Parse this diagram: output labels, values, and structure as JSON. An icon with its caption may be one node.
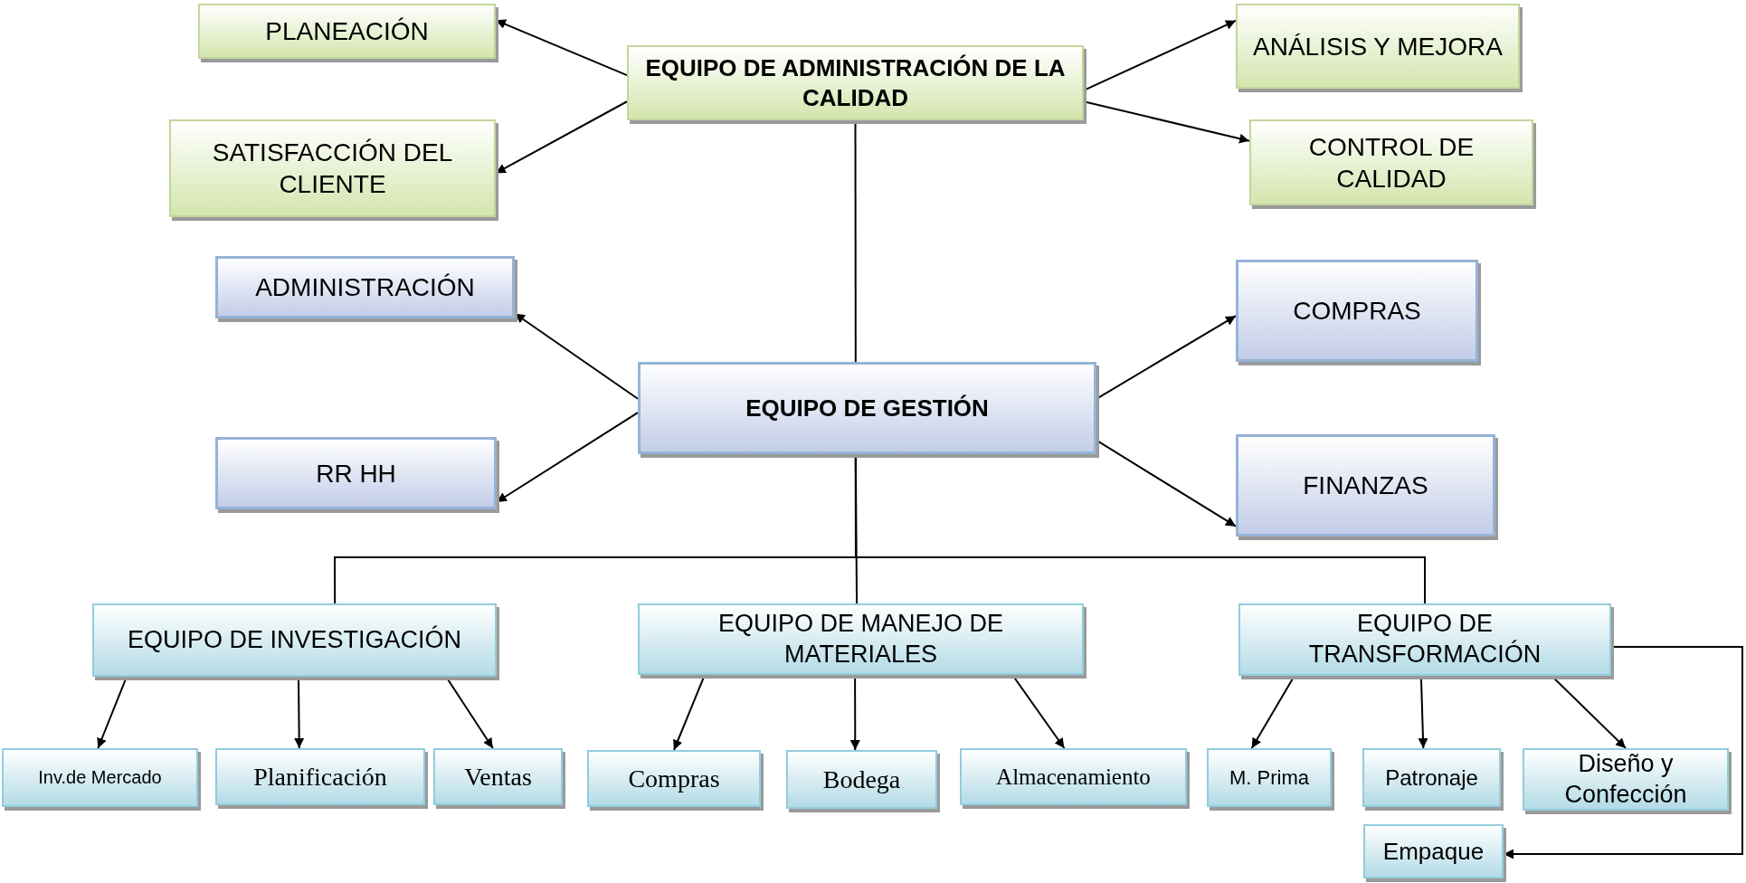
{
  "diagram": {
    "nodes": [
      {
        "text": [
          "EQUIPO  DE ADMINISTRACIÓN DE LA CALIDAD"
        ]
      },
      {
        "text": [
          "PLANEACIÓN"
        ]
      },
      {
        "text": [
          "SATISFACCIÓN DEL CLIENTE"
        ]
      },
      {
        "text": [
          "ANÁLISIS Y MEJORA"
        ]
      },
      {
        "text": [
          "CONTROL DE CALIDAD"
        ]
      },
      {
        "text": [
          "EQUIPO  DE GESTIÓN"
        ]
      },
      {
        "text": [
          "ADMINISTRACIÓN"
        ]
      },
      {
        "text": [
          "RR HH"
        ]
      },
      {
        "text": [
          "COMPRAS"
        ]
      },
      {
        "text": [
          "FINANZAS"
        ]
      },
      {
        "text": [
          "EQUIPO DE INVESTIGACIÓN"
        ]
      },
      {
        "text": [
          "EQUIPO  DE MANEJO DE MATERIALES"
        ]
      },
      {
        "text": [
          "EQUIPO DE TRANSFORMACIÓN"
        ]
      },
      {
        "text": [
          "Inv.de  Mercado"
        ]
      },
      {
        "text": [
          "Planificación"
        ]
      },
      {
        "text": [
          "Ventas"
        ]
      },
      {
        "text": [
          "Compras"
        ]
      },
      {
        "text": [
          "Bodega"
        ]
      },
      {
        "text": [
          "Almacenamiento"
        ]
      },
      {
        "text": [
          "M. Prima"
        ]
      },
      {
        "text": [
          "Patronaje"
        ]
      },
      {
        "text": [
          "Diseño y Confección"
        ]
      },
      {
        "text": [
          "Empaque"
        ]
      }
    ],
    "edges": [
      {
        "from": 0,
        "to": 1,
        "arrow": "to"
      },
      {
        "from": 0,
        "to": 2,
        "arrow": "to"
      },
      {
        "from": 0,
        "to": 3,
        "arrow": "to"
      },
      {
        "from": 0,
        "to": 4,
        "arrow": "to"
      },
      {
        "from": 0,
        "to": 5,
        "arrow": "none"
      },
      {
        "from": 5,
        "to": 6,
        "arrow": "to"
      },
      {
        "from": 5,
        "to": 7,
        "arrow": "to"
      },
      {
        "from": 5,
        "to": 8,
        "arrow": "to"
      },
      {
        "from": 5,
        "to": 9,
        "arrow": "to"
      },
      {
        "from": 5,
        "to": 10,
        "arrow": "none"
      },
      {
        "from": 5,
        "to": 11,
        "arrow": "none"
      },
      {
        "from": 5,
        "to": 12,
        "arrow": "none"
      },
      {
        "from": 10,
        "to": 13,
        "arrow": "to"
      },
      {
        "from": 10,
        "to": 14,
        "arrow": "to"
      },
      {
        "from": 10,
        "to": 15,
        "arrow": "to"
      },
      {
        "from": 11,
        "to": 16,
        "arrow": "to"
      },
      {
        "from": 11,
        "to": 17,
        "arrow": "to"
      },
      {
        "from": 11,
        "to": 18,
        "arrow": "to"
      },
      {
        "from": 12,
        "to": 19,
        "arrow": "to"
      },
      {
        "from": 12,
        "to": 20,
        "arrow": "to"
      },
      {
        "from": 12,
        "to": 21,
        "arrow": "to"
      },
      {
        "from": 12,
        "to": 22,
        "arrow": "to"
      }
    ]
  }
}
